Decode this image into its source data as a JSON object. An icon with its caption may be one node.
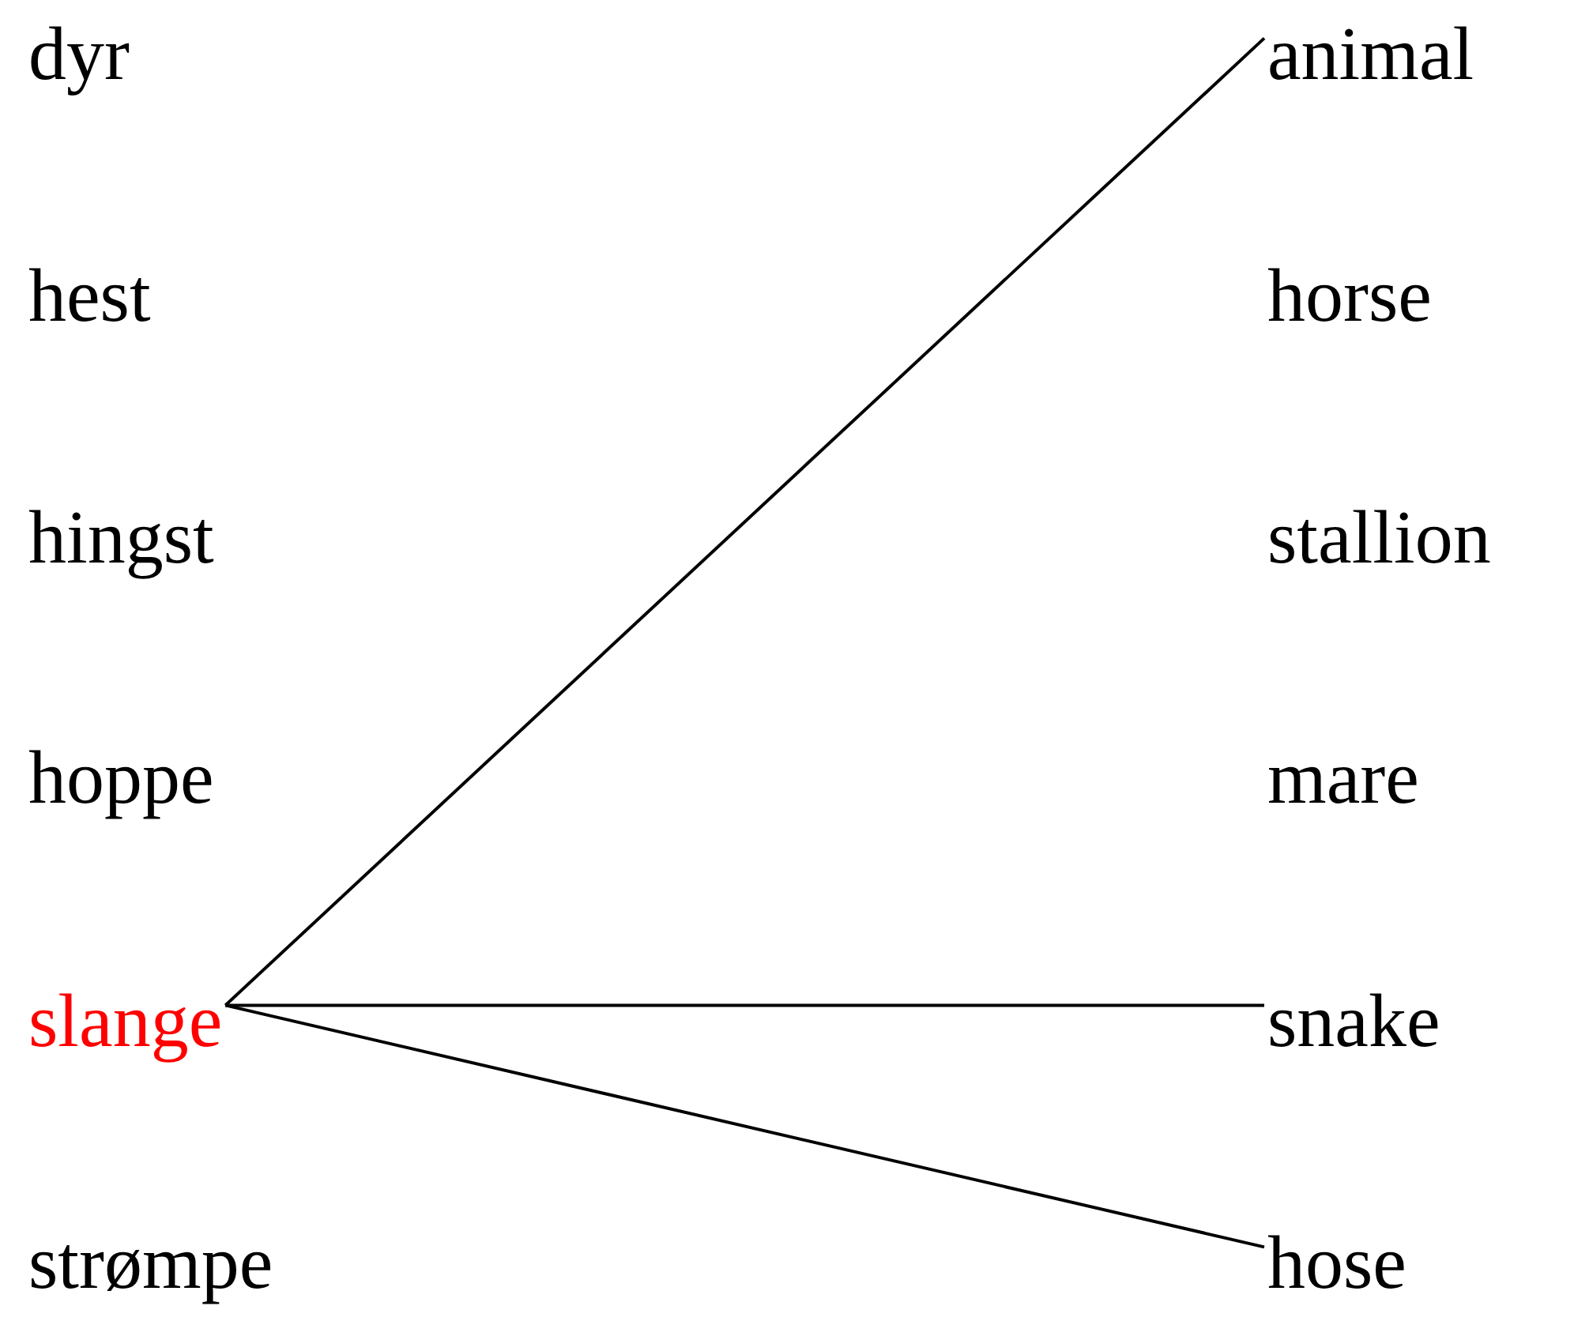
{
  "diagram": {
    "nodes": [
      {
        "text": [
          "dyr"
        ]
      },
      {
        "text": [
          "hest"
        ]
      },
      {
        "text": [
          "hingst"
        ]
      },
      {
        "text": [
          "hoppe"
        ]
      },
      {
        "text": [
          "slange"
        ]
      },
      {
        "text": [
          "strømpe"
        ]
      },
      {
        "text": [
          "animal"
        ]
      },
      {
        "text": [
          "horse"
        ]
      },
      {
        "text": [
          "stallion"
        ]
      },
      {
        "text": [
          "mare"
        ]
      },
      {
        "text": [
          "snake"
        ]
      },
      {
        "text": [
          "hose"
        ]
      }
    ],
    "edges": [
      {
        "from": 4,
        "to": 6,
        "arrow": "none"
      },
      {
        "from": 4,
        "to": 10,
        "arrow": "none"
      },
      {
        "from": 4,
        "to": 11,
        "arrow": "none"
      }
    ]
  }
}
